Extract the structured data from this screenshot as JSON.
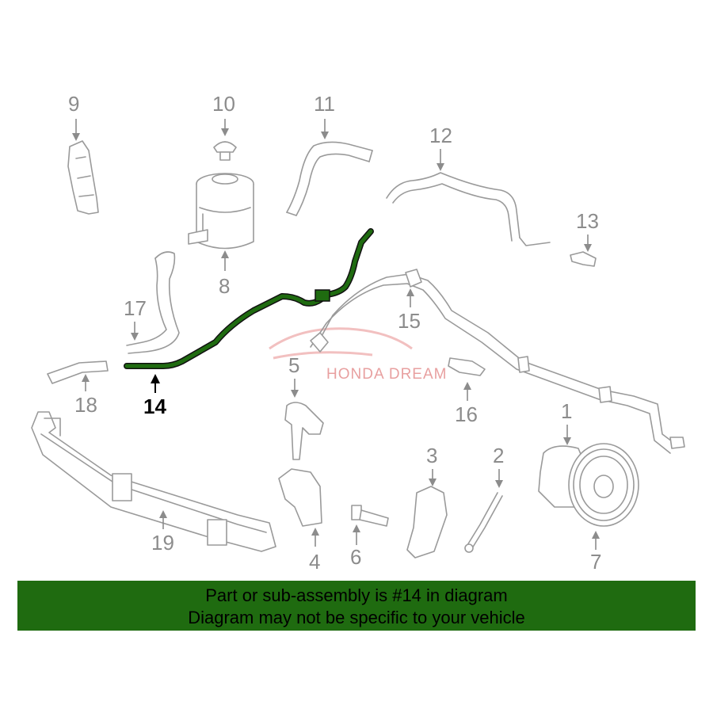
{
  "callouts": {
    "c1": "1",
    "c2": "2",
    "c3": "3",
    "c4": "4",
    "c5": "5",
    "c6": "6",
    "c7": "7",
    "c8": "8",
    "c9": "9",
    "c10": "10",
    "c11": "11",
    "c12": "12",
    "c13": "13",
    "c14": "14",
    "c15": "15",
    "c16": "16",
    "c17": "17",
    "c18": "18",
    "c19": "19"
  },
  "highlight": {
    "part_number": "14",
    "color": "#1f6b10"
  },
  "watermark": {
    "text": "HONDA DREAM"
  },
  "banner": {
    "line1": "Part or sub-assembly is #14 in diagram",
    "line2": "Diagram may not be specific to your vehicle",
    "background": "#1f6b10"
  }
}
